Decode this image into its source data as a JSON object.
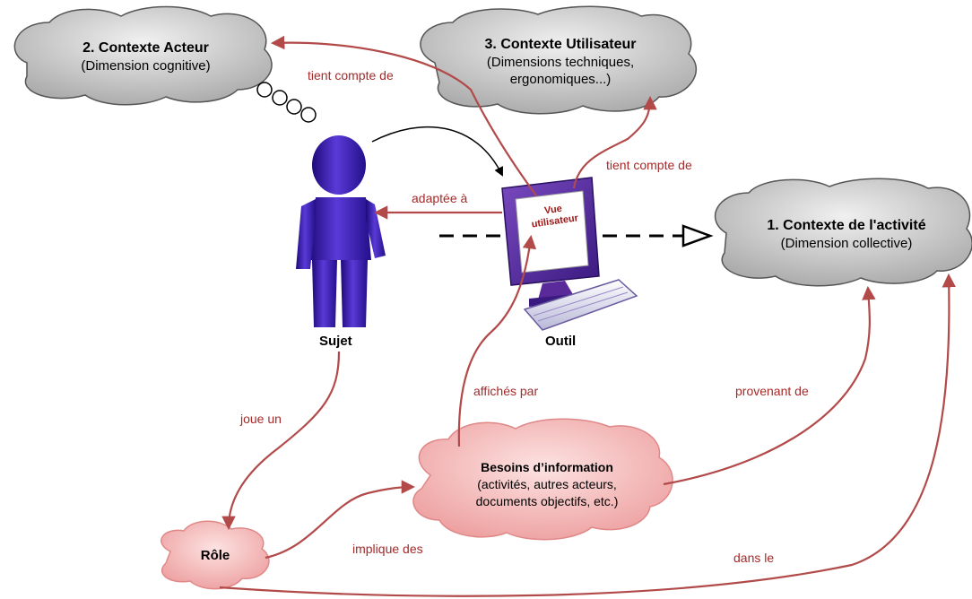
{
  "contexte_acteur": {
    "title": "2. Contexte Acteur",
    "subtitle": "(Dimension cognitive)"
  },
  "contexte_utilisateur": {
    "title": "3. Contexte Utilisateur",
    "subtitle_line1": "(Dimensions techniques,",
    "subtitle_line2": "ergonomiques...)"
  },
  "contexte_activite": {
    "title": "1. Contexte de l'activité",
    "subtitle": "(Dimension collective)"
  },
  "sujet": {
    "label": "Sujet"
  },
  "outil": {
    "label": "Outil",
    "screen_line1": "Vue",
    "screen_line2": "utilisateur"
  },
  "besoins": {
    "title": "Besoins d’information",
    "line1": "(activités, autres acteurs,",
    "line2": "documents objectifs, etc.)"
  },
  "role": {
    "label": "Rôle"
  },
  "relations": {
    "tient_compte_de_acteur": "tient compte de",
    "tient_compte_de_utilisateur": "tient compte de",
    "adaptee_a": "adaptée à",
    "affiches_par": "affichés par",
    "provenant_de": "provenant de",
    "joue_un": "joue un",
    "implique_des": "implique des",
    "dans_le": "dans le"
  },
  "colors": {
    "relation": "#b24a4a",
    "relation_text": "#a52a2a",
    "cloud_gray": "#c8c8c8",
    "cloud_pink": "#f4b3b3",
    "figure_purple": "#3a1cb0"
  }
}
